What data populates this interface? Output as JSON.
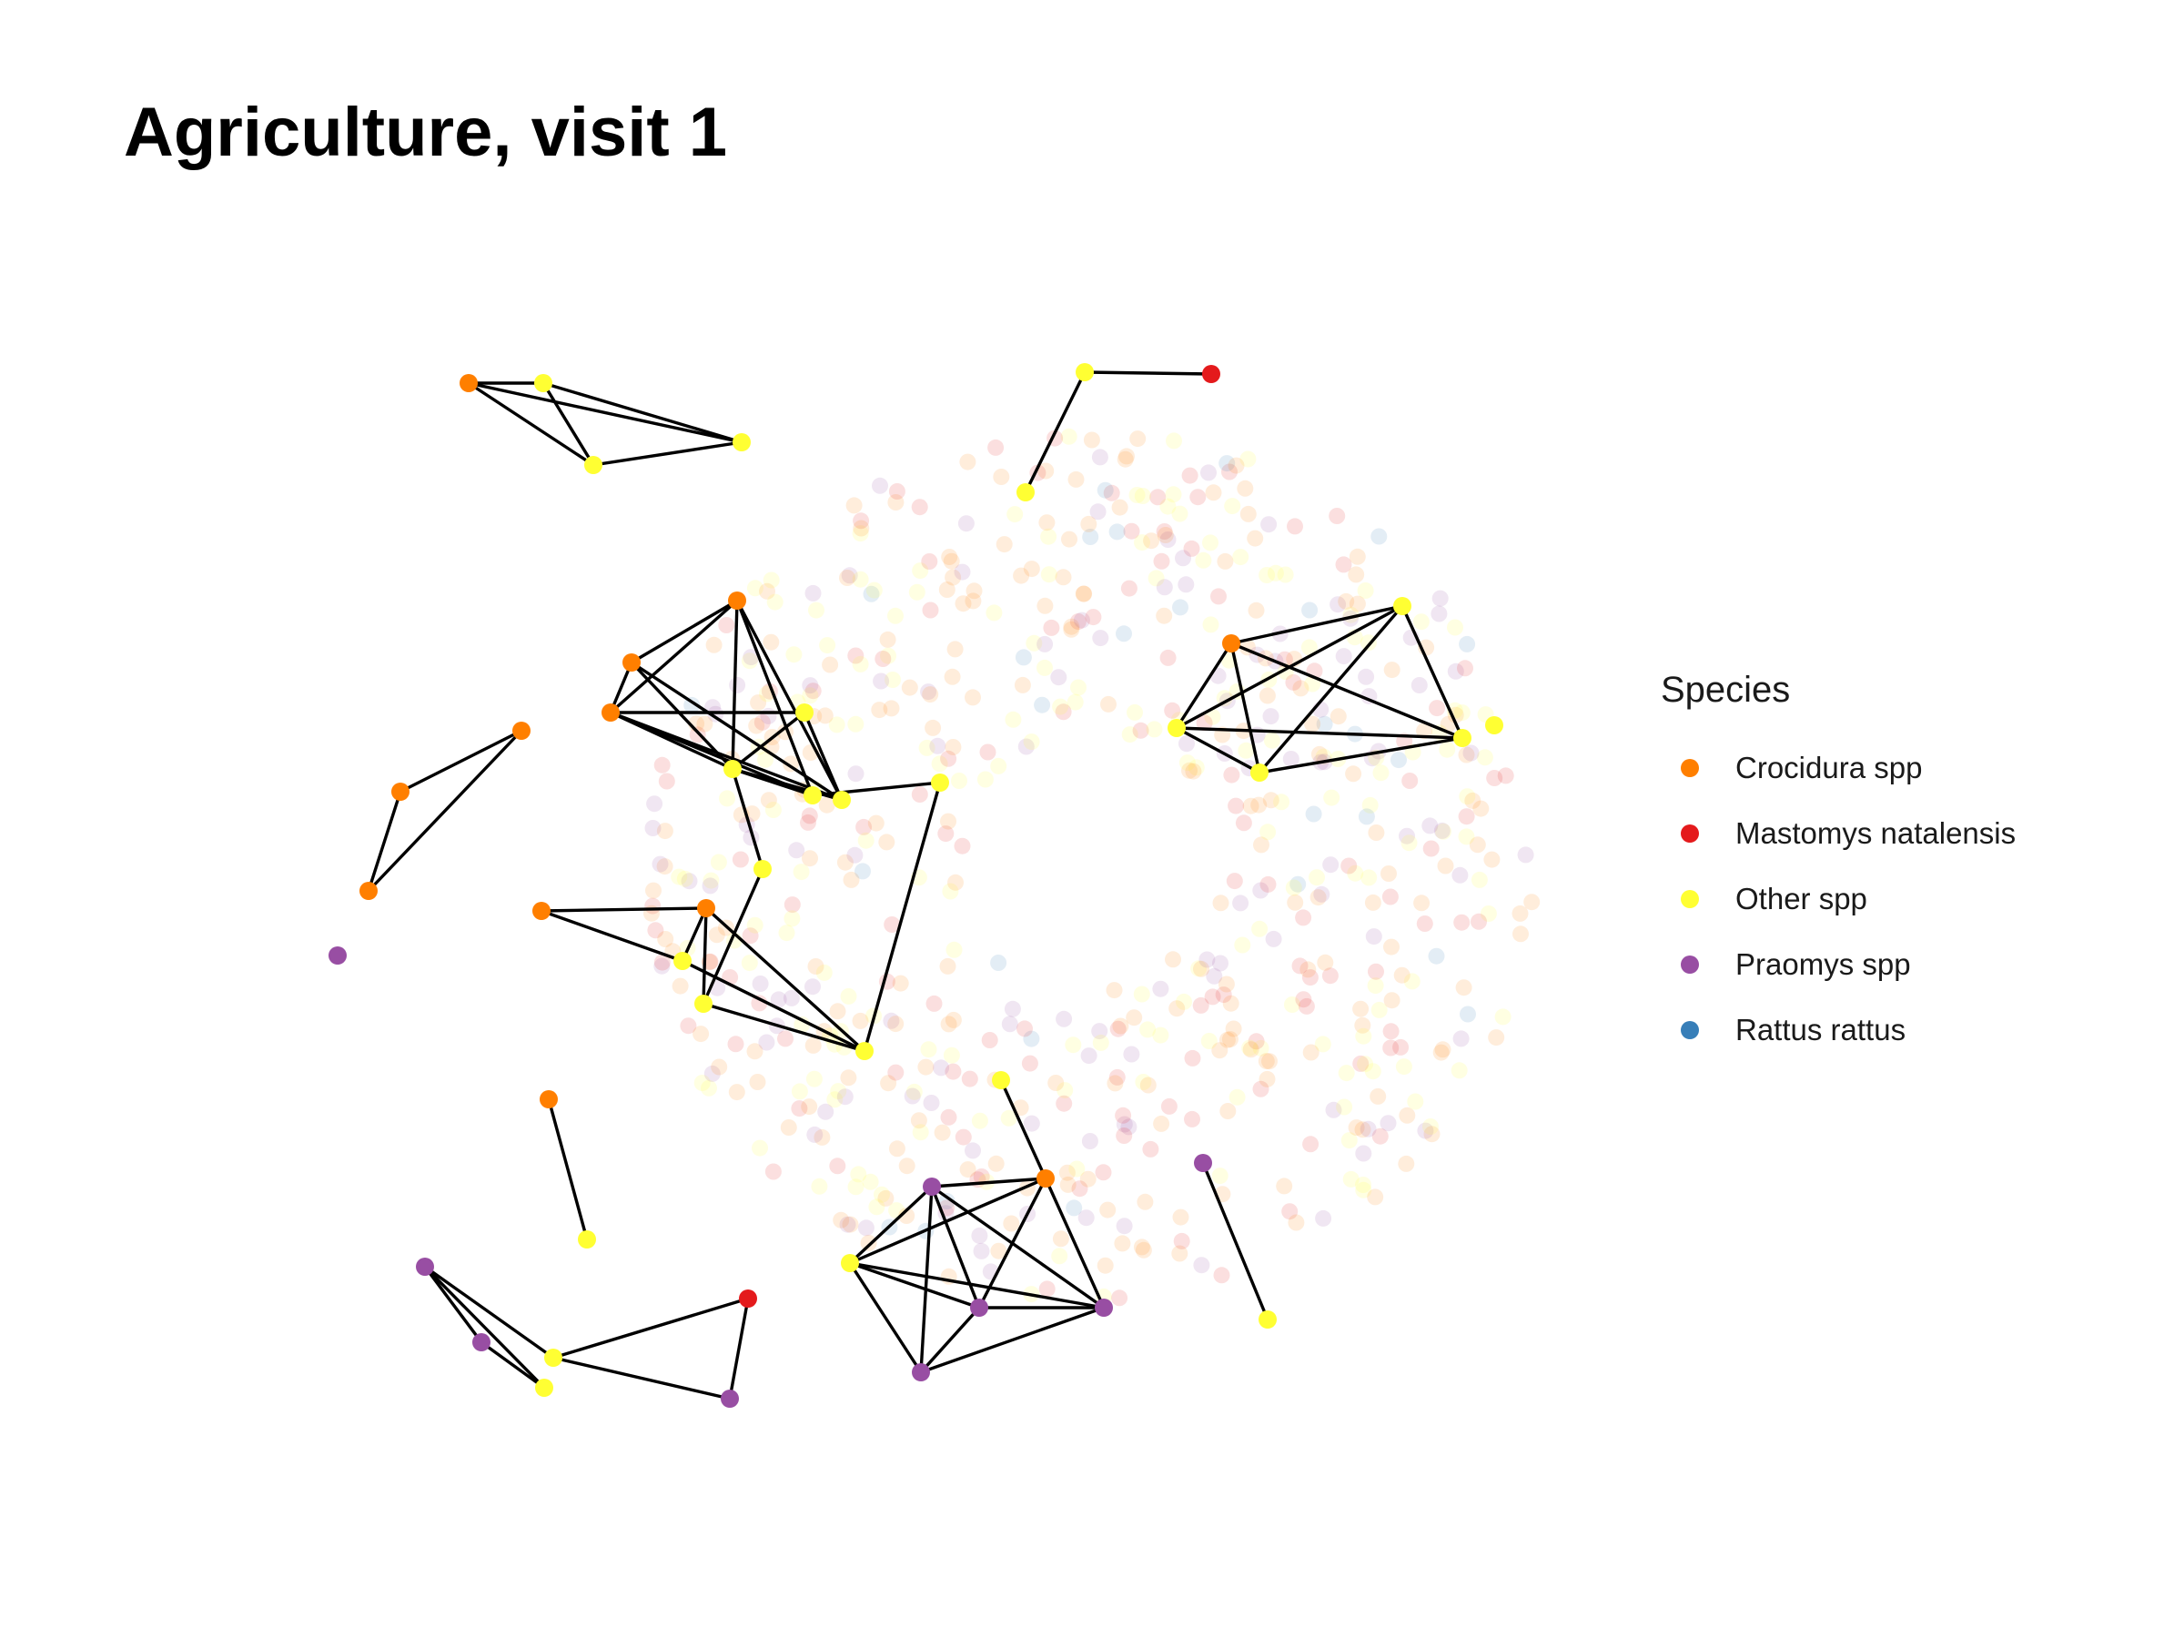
{
  "title": "Agriculture, visit 1",
  "legend": {
    "title": "Species",
    "items": [
      {
        "label": "Crocidura spp",
        "color": "#FF7F00"
      },
      {
        "label": "Mastomys natalensis",
        "color": "#E41A1C"
      },
      {
        "label": "Other spp",
        "color": "#FFFF33"
      },
      {
        "label": "Praomys spp",
        "color": "#984EA3"
      },
      {
        "label": "Rattus rattus",
        "color": "#377EB8"
      }
    ]
  },
  "edge_color": "#000000"
}
